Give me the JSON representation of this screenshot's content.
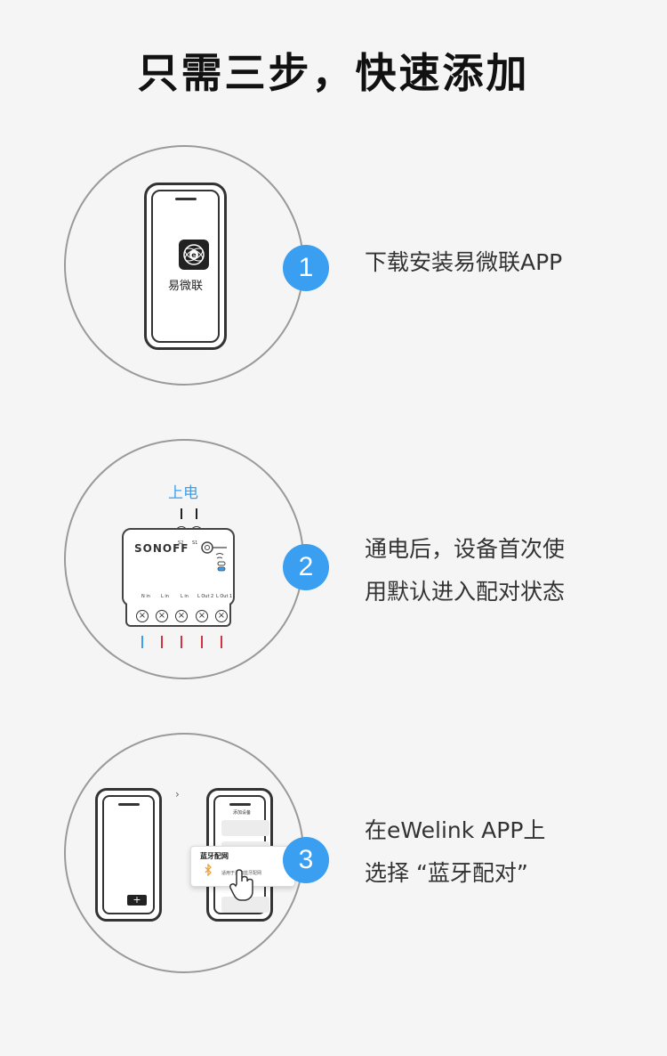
{
  "title": "只需三步，快速添加",
  "colors": {
    "accent": "#3a9ff0",
    "live_wire": "#d0343f",
    "neutral_wire": "#3a9ff0"
  },
  "steps": [
    {
      "number": "1",
      "lines": [
        "下载安装易微联APP"
      ],
      "illustration": {
        "app_name": "易微联",
        "icon": "ewelink-app-icon"
      }
    },
    {
      "number": "2",
      "lines": [
        "通电后，设备首次使",
        "用默认进入配对状态"
      ],
      "illustration": {
        "power_label": "上电",
        "brand": "SONOFF",
        "top_terminals": [
          "S2",
          "S1"
        ],
        "bottom_terminals": [
          "N in",
          "L in",
          "L in",
          "L Out 2",
          "L Out 1"
        ]
      }
    },
    {
      "number": "3",
      "lines": [
        "在eWelink APP上",
        "选择 “蓝牙配对”"
      ],
      "illustration": {
        "card_title": "蓝牙配网",
        "card_subtitle": "适用于添加蓝牙配网",
        "screen_header": "添加设备",
        "icons": [
          "bluetooth-icon",
          "hand-pointer-icon",
          "plus-icon",
          "chevron-right-icon"
        ]
      }
    }
  ]
}
